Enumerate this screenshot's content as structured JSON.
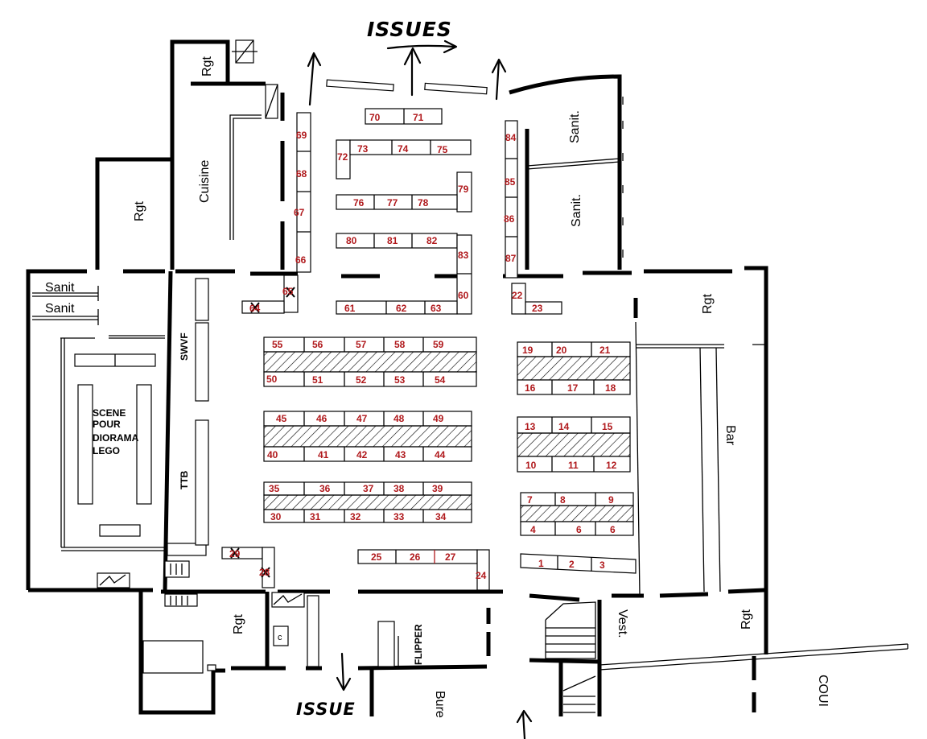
{
  "labels": {
    "issues": "ISSUES",
    "issue": "ISSUE",
    "cuisine": "Cuisine",
    "rgt": "Rgt",
    "sanit": "Sanit",
    "sanit_dot": "Sanit.",
    "swvf": "SWVF",
    "ttb": "TTB",
    "scene": [
      "SCENE",
      "POUR",
      "DIORAMA",
      "LEGO"
    ],
    "bar": "Bar",
    "vest": "Vest.",
    "flipper": "FLIPPER",
    "bure": "Bure",
    "coui": "COUI"
  },
  "stands": [
    "1",
    "2",
    "3",
    "4",
    "6",
    "6",
    "7",
    "8",
    "9",
    "10",
    "11",
    "12",
    "13",
    "14",
    "15",
    "16",
    "17",
    "18",
    "19",
    "20",
    "21",
    "22",
    "23",
    "24",
    "25",
    "26",
    "27",
    "29",
    "28",
    "30",
    "31",
    "32",
    "33",
    "34",
    "35",
    "36",
    "37",
    "38",
    "39",
    "40",
    "41",
    "42",
    "43",
    "44",
    "45",
    "46",
    "47",
    "48",
    "49",
    "50",
    "51",
    "52",
    "53",
    "54",
    "55",
    "56",
    "57",
    "58",
    "59",
    "60",
    "61",
    "62",
    "63",
    "64",
    "65",
    "66",
    "67",
    "68",
    "69",
    "70",
    "71",
    "72",
    "73",
    "74",
    "75",
    "76",
    "77",
    "78",
    "79",
    "80",
    "81",
    "82",
    "83",
    "84",
    "85",
    "86",
    "87"
  ]
}
